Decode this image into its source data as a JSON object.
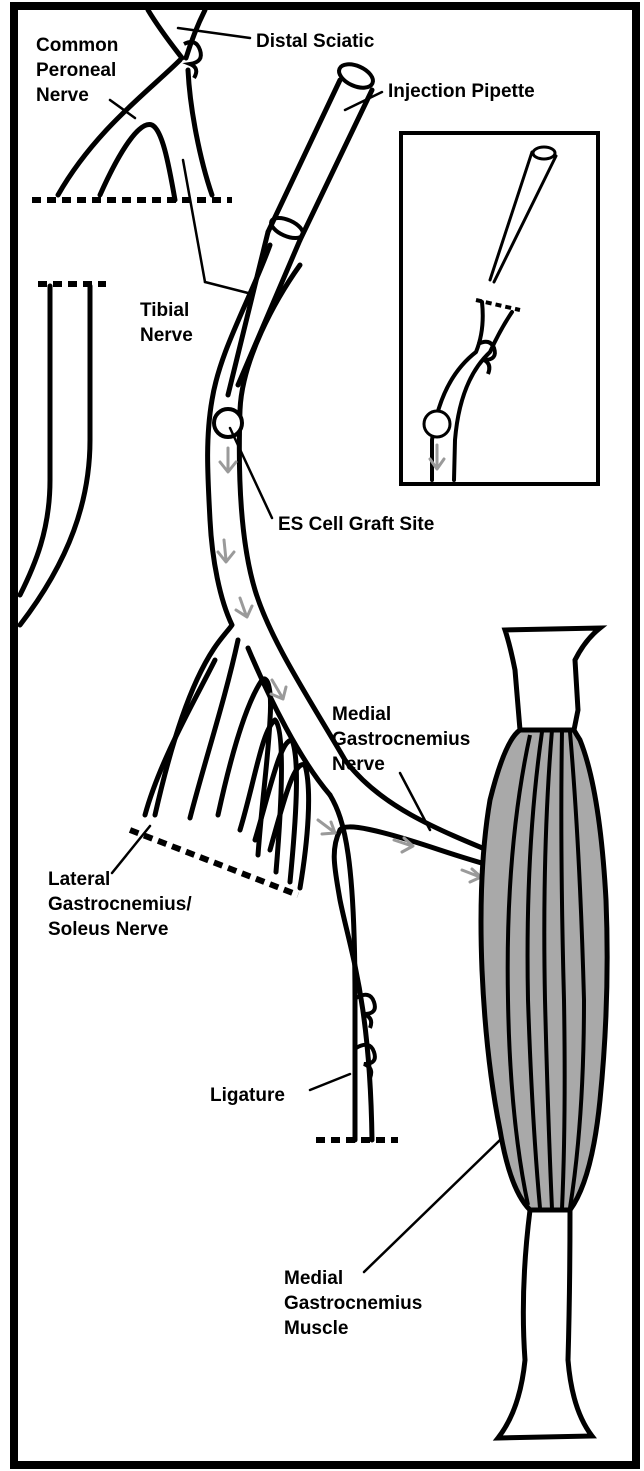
{
  "labels": {
    "common_peroneal": [
      "Common",
      "Peroneal",
      "Nerve"
    ],
    "distal_sciatic": "Distal Sciatic",
    "injection_pipette": "Injection Pipette",
    "tibial": [
      "Tibial",
      "Nerve"
    ],
    "graft_site": "ES Cell Graft Site",
    "medial_gastrocnemius_nerve": [
      "Medial",
      "Gastrocnemius",
      "Nerve"
    ],
    "lateral_gastrocnemius_soleus": [
      "Lateral",
      "Gastrocnemius/",
      "Soleus Nerve"
    ],
    "ligature": "Ligature",
    "medial_gastrocnemius_muscle": [
      "Medial",
      "Gastrocnemius",
      "Muscle"
    ]
  },
  "colors": {
    "stroke": "#000000",
    "muscle_fill": "#a9a9a9",
    "arrow": "#9a9a9a",
    "background": "#ffffff"
  }
}
